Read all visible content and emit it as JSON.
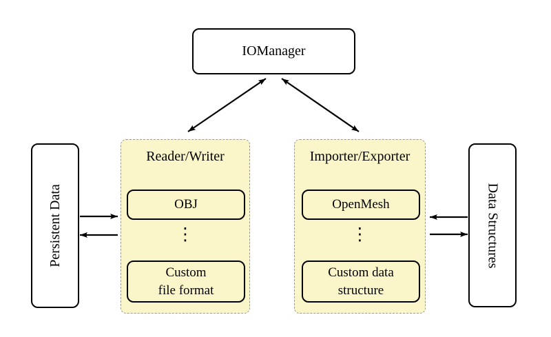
{
  "root_node": {
    "label": "IOManager"
  },
  "side_boxes": {
    "left": {
      "label": "Persistent Data"
    },
    "right": {
      "label": "Data Structures"
    }
  },
  "panels": [
    {
      "title": "Reader/Writer",
      "top_item": "OBJ",
      "dots": "⋮",
      "bottom_item_lines": [
        "Custom",
        "file format"
      ]
    },
    {
      "title": "Importer/Exporter",
      "top_item": "OpenMesh",
      "dots": "⋮",
      "bottom_item_lines": [
        "Custom data",
        "structure"
      ]
    }
  ],
  "colors": {
    "background": "#ffffff",
    "panel_fill": "#fbf6c9",
    "panel_border": "#999999",
    "node_border": "#000000",
    "arrow": "#000000",
    "text": "#000000"
  }
}
